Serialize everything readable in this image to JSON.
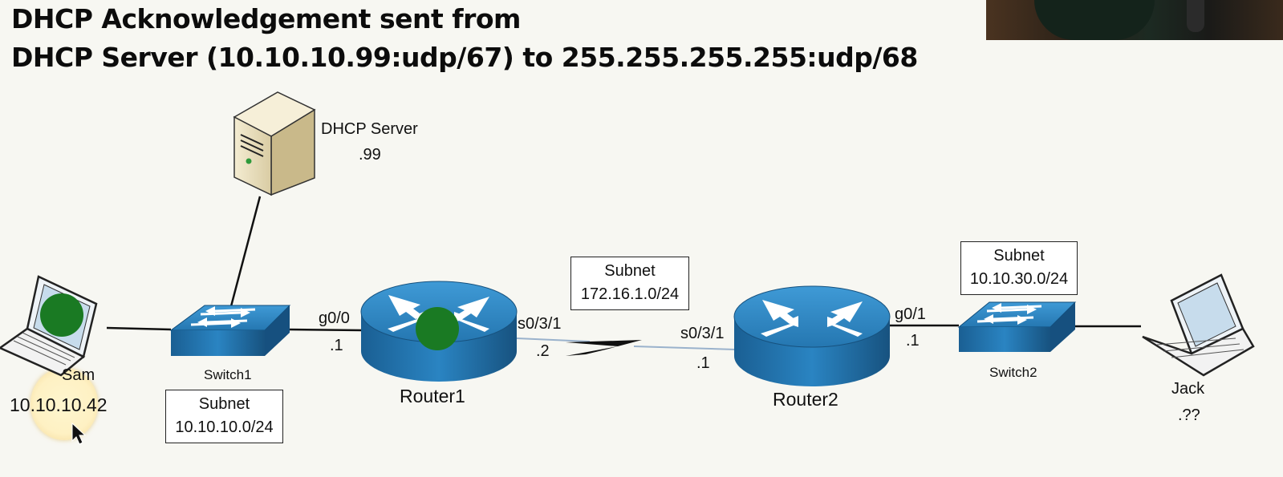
{
  "title": {
    "line1": "DHCP Acknowledgement sent from",
    "line2": "DHCP Server (10.10.10.99:udp/67) to 255.255.255.255:udp/68"
  },
  "nodes": {
    "dhcp_server": {
      "name": "DHCP Server",
      "ip": ".99",
      "icon": "server-tower-icon"
    },
    "sam": {
      "name": "Sam",
      "ip": "10.10.10.42",
      "icon": "laptop-icon"
    },
    "switch1": {
      "name": "Switch1",
      "icon": "switch-icon"
    },
    "router1": {
      "name": "Router1",
      "icon": "router-icon"
    },
    "router2": {
      "name": "Router2",
      "icon": "router-icon"
    },
    "switch2": {
      "name": "Switch2",
      "icon": "switch-icon"
    },
    "jack": {
      "name": "Jack",
      "ip": ".??",
      "icon": "laptop-icon"
    }
  },
  "interfaces": {
    "r1_g00": {
      "name": "g0/0",
      "ip": ".1"
    },
    "r1_s031": {
      "name": "s0/3/1",
      "ip": ".2"
    },
    "r2_s031": {
      "name": "s0/3/1",
      "ip": ".1"
    },
    "r2_g01": {
      "name": "g0/1",
      "ip": ".1"
    }
  },
  "subnets": {
    "lan1": {
      "label": "Subnet",
      "value": "10.10.10.0/24"
    },
    "wan": {
      "label": "Subnet",
      "value": "172.16.1.0/24"
    },
    "lan2": {
      "label": "Subnet",
      "value": "10.10.30.0/24"
    }
  },
  "packet_markers": {
    "color": "#1a7a23"
  },
  "colors": {
    "device_blue": "#1f6fa8",
    "server_beige": "#e9dfbf"
  }
}
